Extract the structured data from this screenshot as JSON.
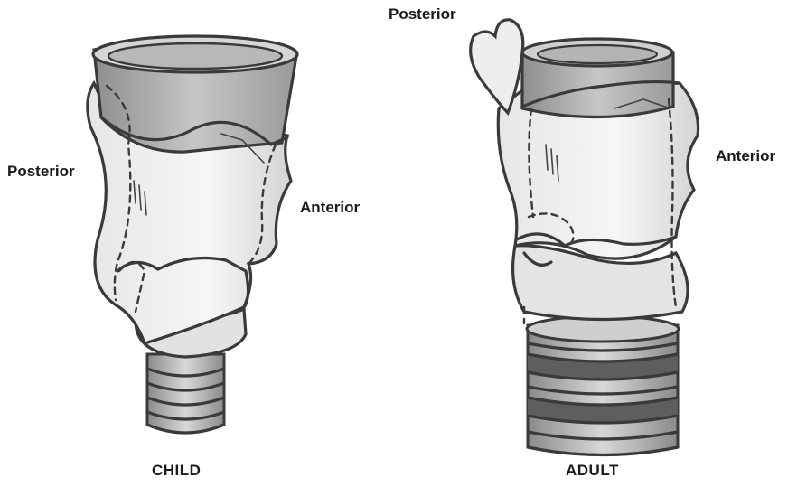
{
  "labels": {
    "child_posterior": "Posterior",
    "child_anterior": "Anterior",
    "child_caption": "CHILD",
    "adult_posterior": "Posterior",
    "adult_anterior": "Anterior",
    "adult_caption": "ADULT"
  },
  "colors": {
    "ink": "#3a3a3a",
    "shade_light": "#d9d9d9",
    "shade_mid": "#a8a8a8",
    "shade_dark": "#6e6e6e"
  }
}
